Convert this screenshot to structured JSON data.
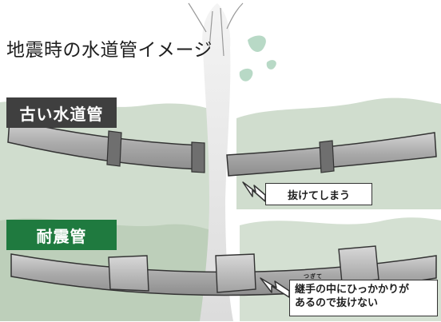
{
  "title": "地震時の水道管イメージ",
  "sections": {
    "old": {
      "label": "古い水道管",
      "callout": "抜けてしまう",
      "color": "#3f3f3f"
    },
    "quake_resistant": {
      "label": "耐震管",
      "callout_line1": "継手の中にひっかかりが",
      "callout_line2": "あるので抜けない",
      "ruby": "つぎて",
      "color": "#1f7a3f"
    }
  },
  "colors": {
    "ground": "#a9c1a6",
    "pipe_gray": "#a8a8a8",
    "joint_band": "#6f6f6f",
    "water_splash": "#b8d9c6"
  }
}
